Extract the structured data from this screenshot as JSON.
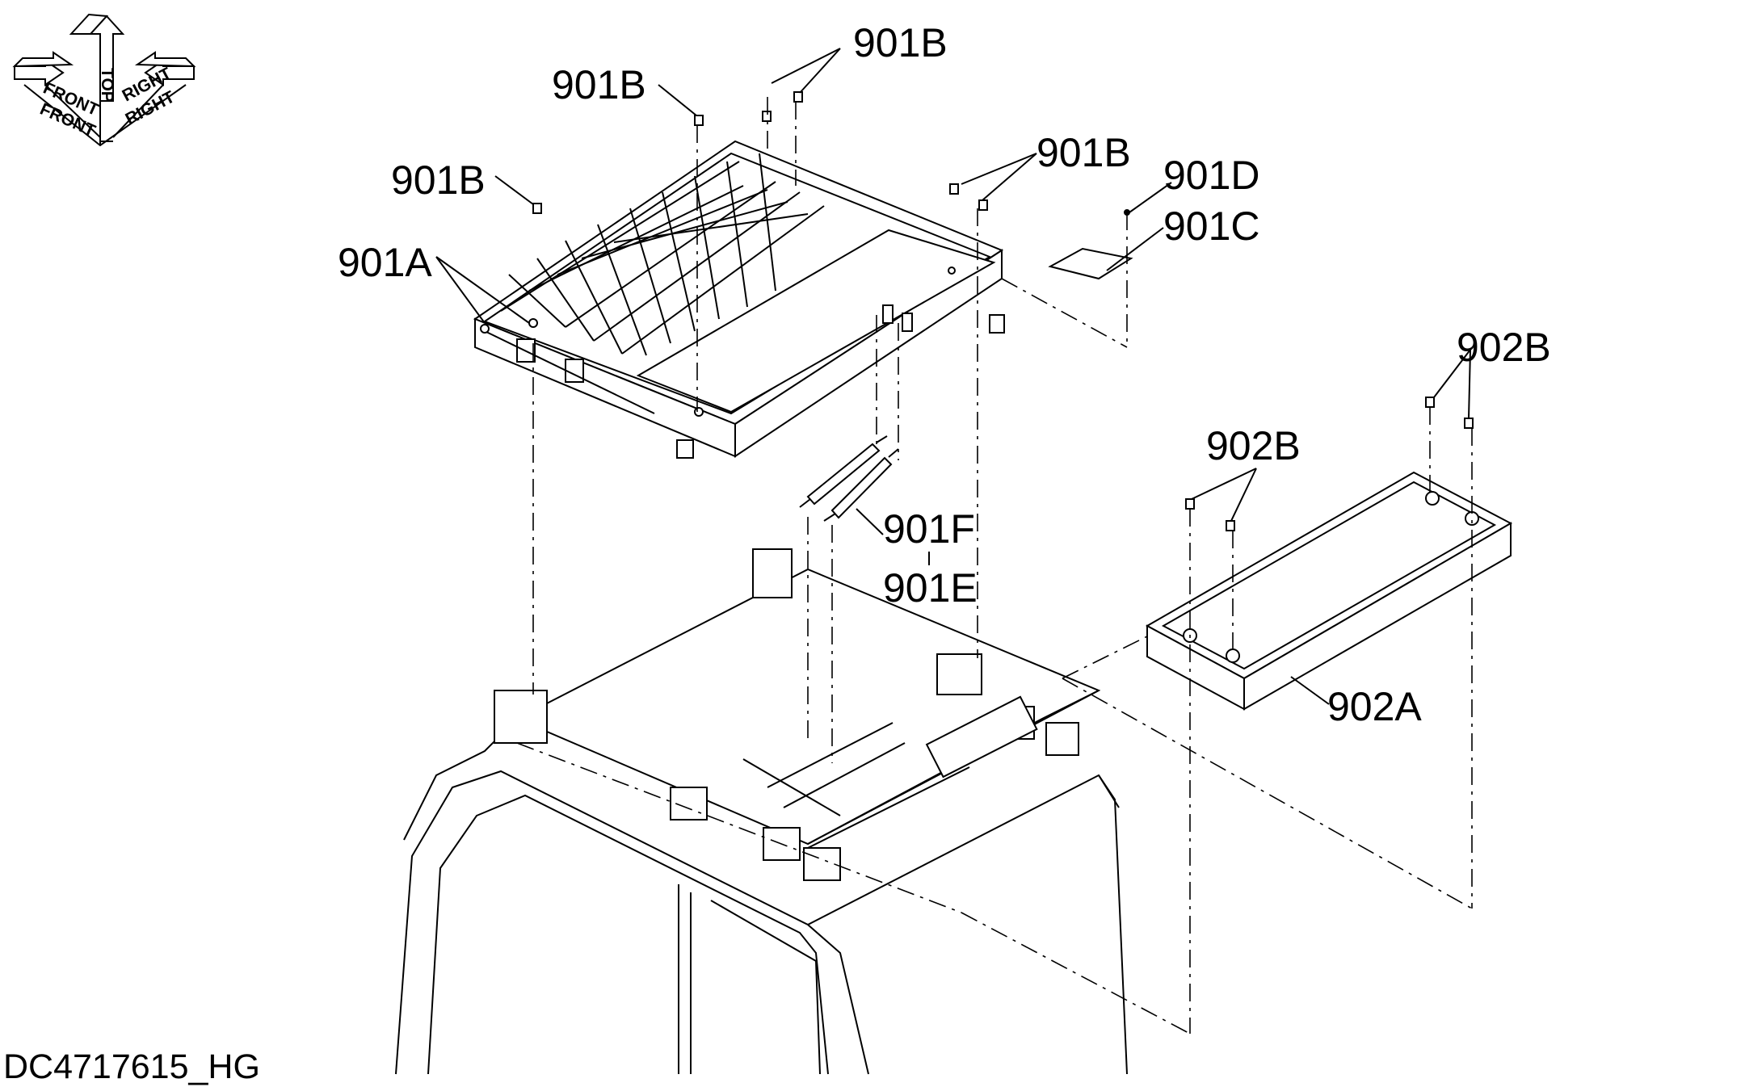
{
  "diagram": {
    "orientation_icon": {
      "labels": {
        "top": "TOP",
        "front": "FRONT",
        "right": "RIGHT"
      },
      "icon": "orientation-arrows-icon"
    },
    "callouts": [
      {
        "id": "901B_a",
        "text": "901B"
      },
      {
        "id": "901B_b",
        "text": "901B"
      },
      {
        "id": "901B_c",
        "text": "901B"
      },
      {
        "id": "901B_d",
        "text": "901B"
      },
      {
        "id": "901A",
        "text": "901A"
      },
      {
        "id": "901D",
        "text": "901D"
      },
      {
        "id": "901C",
        "text": "901C"
      },
      {
        "id": "901F",
        "text": "901F"
      },
      {
        "id": "901E",
        "text": "901E"
      },
      {
        "id": "902B_a",
        "text": "902B"
      },
      {
        "id": "902B_b",
        "text": "902B"
      },
      {
        "id": "902A",
        "text": "902A"
      }
    ],
    "document_id": "DC4717615_HG",
    "colors": {
      "line": "#000000",
      "background": "#ffffff"
    }
  }
}
